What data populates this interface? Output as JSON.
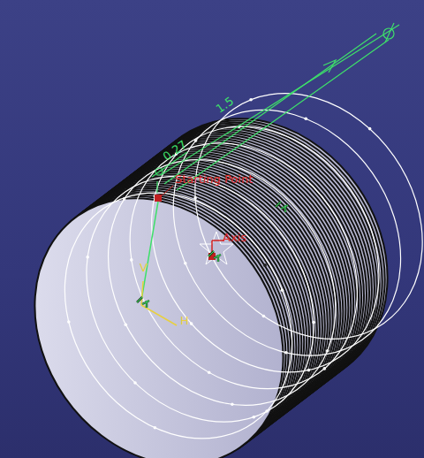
{
  "diagram": {
    "labels": [
      "1.5",
      "0.27",
      "Starting Point",
      "Axis",
      "V",
      "H"
    ]
  }
}
